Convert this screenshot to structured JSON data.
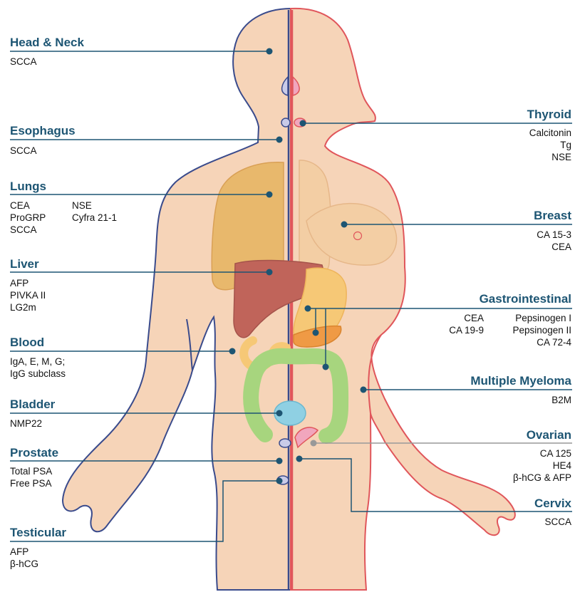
{
  "colors": {
    "title": "#1d5573",
    "leader": "#1d5573",
    "ovarian_leader": "#999999",
    "skin": "#f6d4b8",
    "male_outline": "#3a4b8c",
    "female_outline": "#e0565b",
    "lungs": "#e8b86c",
    "liver": "#c0645a",
    "stomach": "#f6c876",
    "pancreas": "#ef9a45",
    "intestine": "#a7d57e",
    "bladder": "#8fd0e3",
    "genital": "#f1a6bd",
    "prostate": "#c9cbe8"
  },
  "left_labels": [
    {
      "title": "Head & Neck",
      "markers": [
        "SCCA"
      ]
    },
    {
      "title": "Esophagus",
      "markers": [
        "SCCA"
      ]
    },
    {
      "title": "Lungs",
      "markers": [
        "CEA",
        "ProGRP",
        "SCCA"
      ],
      "markers_col2": [
        "NSE",
        "Cyfra 21-1"
      ]
    },
    {
      "title": "Liver",
      "markers": [
        "AFP",
        "PIVKA II",
        "LG2m"
      ]
    },
    {
      "title": "Blood",
      "markers": [
        "IgA, E, M, G;",
        "IgG subclass"
      ]
    },
    {
      "title": "Bladder",
      "markers": [
        "NMP22"
      ]
    },
    {
      "title": "Prostate",
      "markers": [
        "Total PSA",
        "Free PSA"
      ]
    },
    {
      "title": "Testicular",
      "markers": [
        "AFP",
        "β-hCG"
      ]
    }
  ],
  "right_labels": [
    {
      "title": "Thyroid",
      "markers": [
        "Calcitonin",
        "Tg",
        "NSE"
      ]
    },
    {
      "title": "Breast",
      "markers": [
        "CA 15-3",
        "CEA"
      ]
    },
    {
      "title": "Gastrointestinal",
      "markers": [
        "CEA",
        "CA 19-9"
      ],
      "markers_col2": [
        "Pepsinogen I",
        "Pepsinogen II",
        "CA 72-4"
      ]
    },
    {
      "title": "Multiple Myeloma",
      "markers": [
        "B2M"
      ]
    },
    {
      "title": "Ovarian",
      "markers": [
        "CA 125",
        "HE4",
        "β-hCG & AFP"
      ]
    },
    {
      "title": "Cervix",
      "markers": [
        "SCCA"
      ]
    }
  ]
}
